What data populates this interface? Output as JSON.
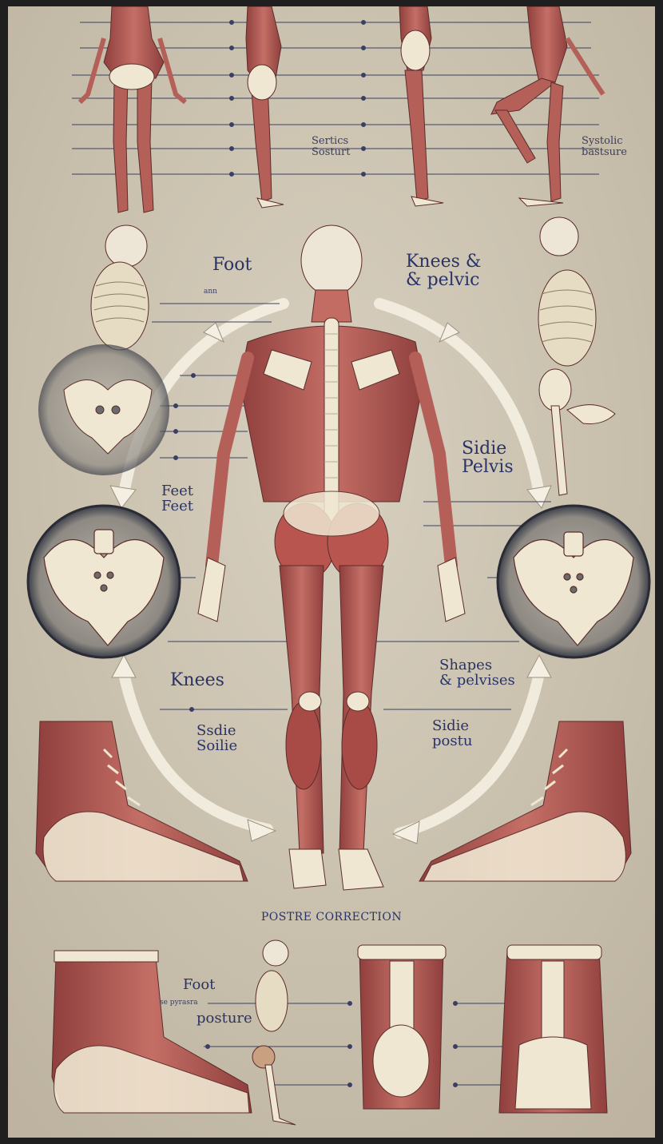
{
  "labels": {
    "top_center": "Sertics\nSosturt",
    "top_right": "Systolic\nbastsure",
    "foot_top_left": "Foot",
    "foot_top_left_small": "ann",
    "knees_pelvis_top_right": "Knees &\n& pelvic",
    "feet_left": "Feet\nFeet",
    "side_pelvis_right": "Sidie\nPelvis",
    "knees_left": "Knees",
    "shapes_pelvis_right": "Shapes\n& pelvises",
    "side_left": "Ssdie\nSoilie",
    "side_posture_right": "Sidie\npostu",
    "bottom_foot": "Foot",
    "bottom_small": "se pyrasra",
    "bottom_posture": "posture"
  },
  "title": "POSTRE CORRECTION",
  "colors": {
    "background": "#cfc6b5",
    "muscle": "#b05a55",
    "bone": "#efe7d2",
    "label": "#2a3366",
    "lines": "#3a3f63"
  }
}
